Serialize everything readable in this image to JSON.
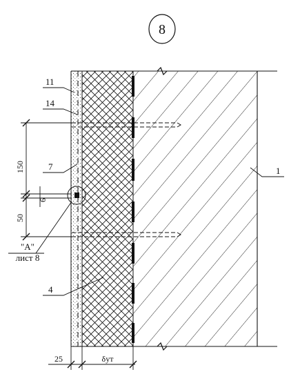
{
  "sheet": {
    "number": "8"
  },
  "callouts": [
    {
      "id": "11",
      "label": "11"
    },
    {
      "id": "14",
      "label": "14"
    },
    {
      "id": "7",
      "label": "7"
    },
    {
      "id": "4",
      "label": "4"
    },
    {
      "id": "1",
      "label": "1"
    }
  ],
  "detail_ref": {
    "mark": "\"A\"",
    "sheet_ref": "лист 8"
  },
  "dimensions": {
    "vertical": [
      "150",
      "6",
      "50"
    ],
    "horizontal": [
      "25",
      "δут"
    ]
  },
  "colors": {
    "line": "#111111",
    "plaster_dot": "#555555"
  }
}
